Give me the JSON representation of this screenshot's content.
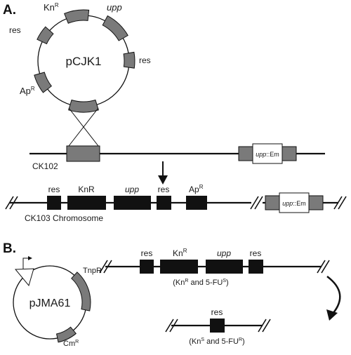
{
  "panels": {
    "a": "A.",
    "b": "B."
  },
  "plasmid_a": {
    "name": "pCJK1",
    "kn": {
      "base": "Kn",
      "sup": "R"
    },
    "upp": "upp",
    "res_left": "res",
    "res_right": "res",
    "ap": {
      "base": "Ap",
      "sup": "R"
    }
  },
  "ck102": {
    "label": "CK102",
    "upp_em": {
      "upp": "upp",
      "rest": "::Em"
    }
  },
  "ck103": {
    "label": "CK103 Chromosome",
    "res1": "res",
    "knr": "KnR",
    "upp": "upp",
    "res2": "res",
    "ap": {
      "base": "Ap",
      "sup": "R"
    },
    "upp_em": {
      "upp": "upp",
      "rest": "::Em"
    }
  },
  "plasmid_b": {
    "name": "pJMA61",
    "tnp": {
      "base": "TnpR",
      "sup": ""
    },
    "cm": {
      "base": "Cm",
      "sup": "R"
    }
  },
  "b_top": {
    "res1": "res",
    "kn": {
      "base": "Kn",
      "sup": "R"
    },
    "upp": "upp",
    "res2": "res",
    "phen": {
      "open": "(Kn",
      "s1": "R",
      "mid": " and 5-FU",
      "s2": "S",
      "close": ")"
    }
  },
  "b_bottom": {
    "res": "res",
    "phen": {
      "open": "(Kn",
      "s1": "S",
      "mid": " and 5-FU",
      "s2": "R",
      "close": ")"
    }
  },
  "colors": {
    "gray_box": "#7a7a7a",
    "black_box": "#111111",
    "line": "#111111"
  }
}
